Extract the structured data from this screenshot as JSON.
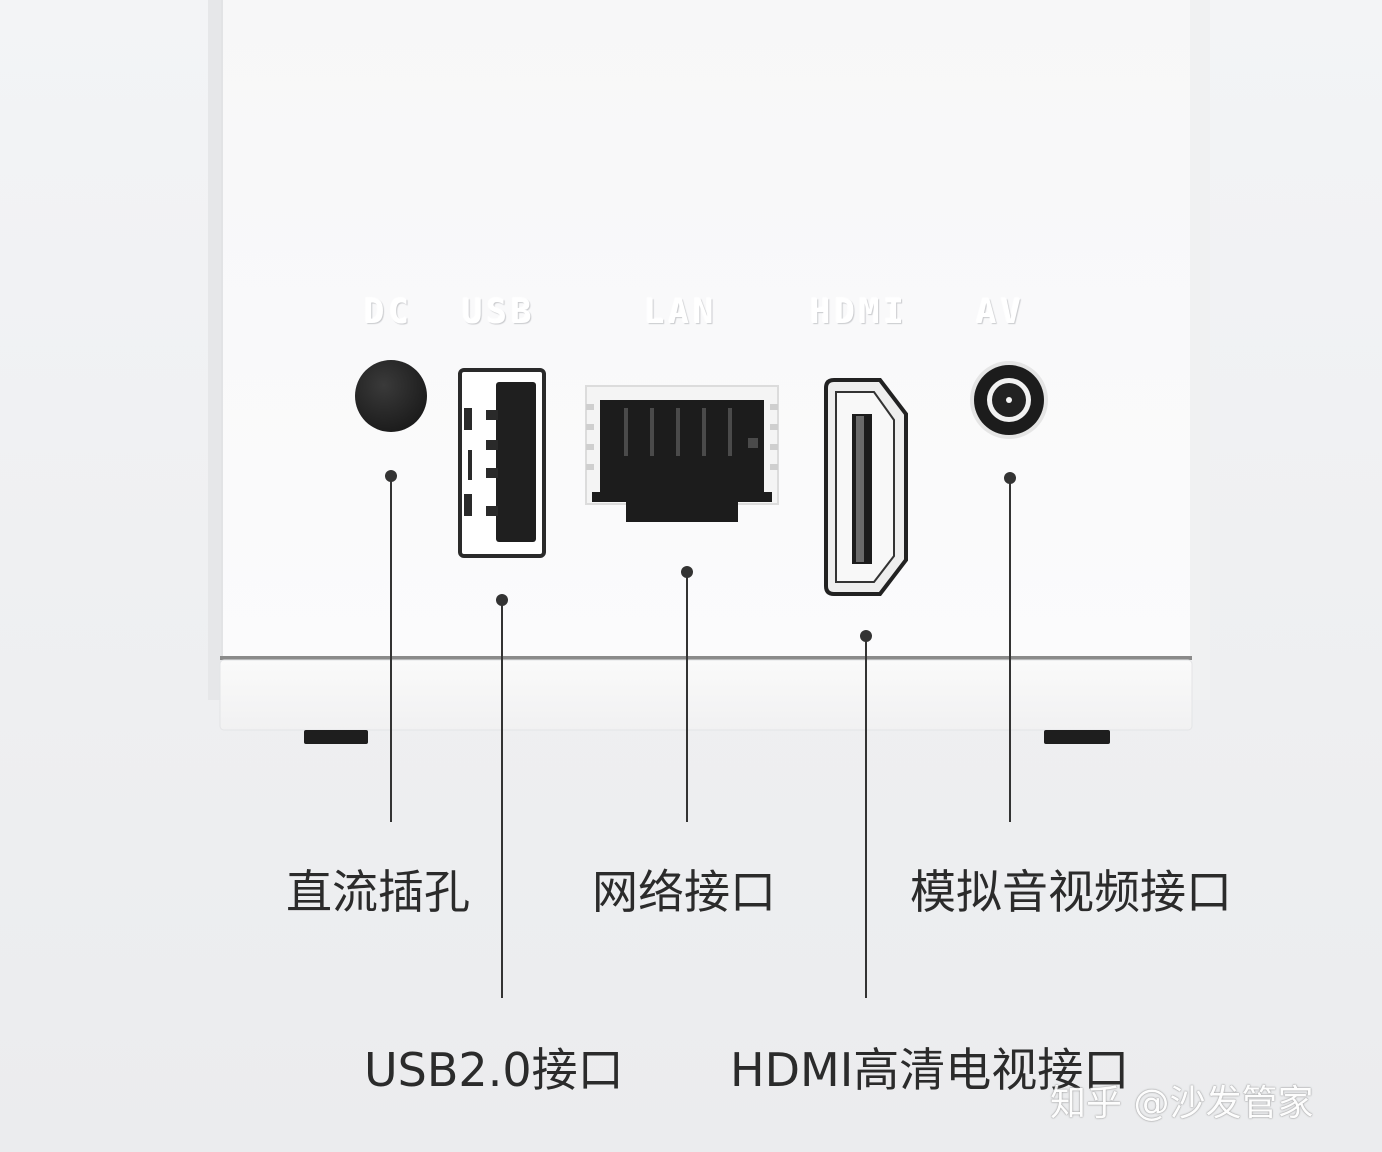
{
  "port_labels": {
    "dc": "DC",
    "usb": "USB",
    "lan": "LAN",
    "hdmi": "HDMI",
    "av": "AV"
  },
  "captions": {
    "dc": "直流插孔",
    "usb": "USB2.0接口",
    "lan": "网络接口",
    "hdmi": "HDMI高清电视接口",
    "av": "模拟音视频接口"
  },
  "watermark": "知乎 @沙发管家",
  "colors": {
    "device_body": "#ffffff",
    "port_black": "#1c1c1c",
    "leader_line": "#333333",
    "caption_text": "#2b2b2b"
  }
}
